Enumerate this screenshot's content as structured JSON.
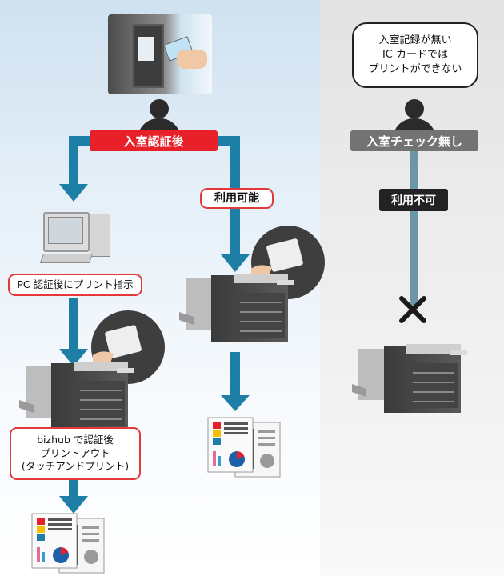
{
  "entry_auth": {
    "label": "入室認証後"
  },
  "usable": {
    "label": "利用可能"
  },
  "pc_auth": {
    "label": "PC 認証後にプリント指示"
  },
  "bizhub_auth": {
    "label": "bizhub で認証後\nプリントアウト\n(タッチアンドプリント)"
  },
  "no_record_note": {
    "text": "入室記録が無い\nIC カードでは\nプリントができない"
  },
  "no_entry_check": {
    "label": "入室チェック無し"
  },
  "unusable": {
    "label": "利用不可"
  },
  "colors": {
    "red": "#e8202a",
    "teal_arrow": "#1d7fa5",
    "gray_line": "#6d95a8",
    "dark": "#222222"
  }
}
